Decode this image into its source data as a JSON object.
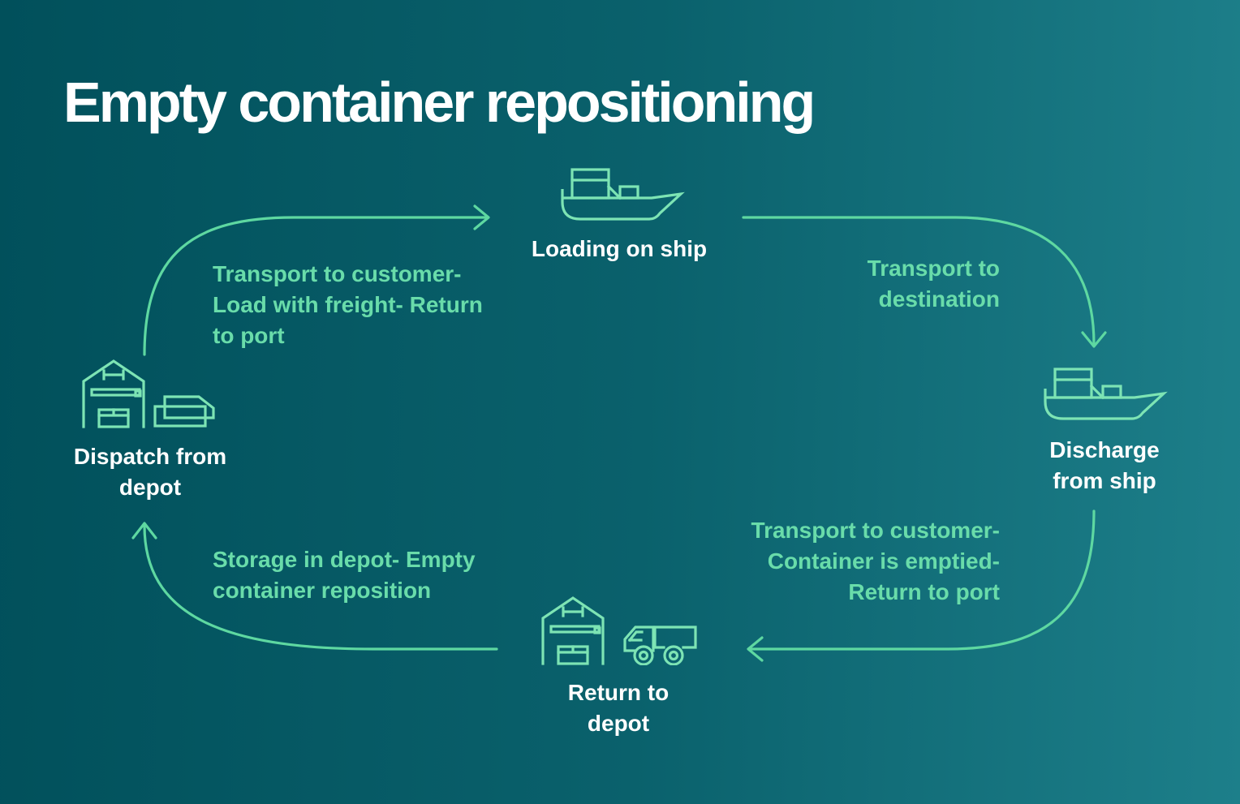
{
  "title": "Empty container repositioning",
  "colors": {
    "background_left": "#01505b",
    "background_right": "#1d7f8a",
    "icon_stroke": "#7de4b4",
    "arrow_stroke": "#5ed8a1",
    "edge_label_text": "#69dcaa",
    "node_label_text": "#ffffff"
  },
  "nodes": {
    "loading_on_ship": {
      "icon": "cargo-ship-icon",
      "lines": [
        "Loading on ship"
      ]
    },
    "discharge_from_ship": {
      "icon": "cargo-ship-icon",
      "lines": [
        "Discharge",
        "from ship"
      ]
    },
    "return_to_depot": {
      "icon": "warehouse-icon,truck-icon",
      "lines": [
        "Return to",
        "depot"
      ]
    },
    "dispatch_from_depot": {
      "icon": "warehouse-icon,container-icon",
      "lines": [
        "Dispatch from",
        "depot"
      ]
    }
  },
  "edges": {
    "dispatch_to_loading": {
      "lines": [
        "Transport to customer-",
        "Load with freight- Return",
        "to port"
      ]
    },
    "loading_to_discharge": {
      "lines": [
        "Transport to",
        "destination"
      ]
    },
    "discharge_to_return": {
      "lines": [
        "Transport to customer-",
        "Container is emptied-",
        "Return to port"
      ]
    },
    "return_to_dispatch": {
      "lines": [
        "Storage in depot- Empty",
        "container reposition"
      ]
    }
  }
}
